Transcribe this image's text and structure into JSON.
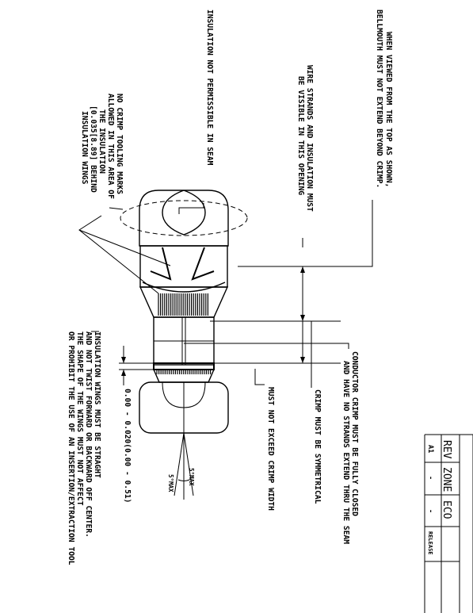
{
  "notes": {
    "bellmouth_line1": "WHEN VIEWED FROM THE TOP AS SHOWN,",
    "bellmouth_line2": "BELLMOUTH MUST NOT EXTEND BEYOND CRIMP.",
    "strands_line1": "WIRE STRANDS AND INSULATION MUST",
    "strands_line2": "BE VISIBLE IN THIS OPENING",
    "seam": "INSULATION NOT PERMISSIBLE IN SEAM",
    "tooling_line1": "NO CRIMP TOOLING MARKS",
    "tooling_line2": "ALLOWED IN THIS AREA OF",
    "tooling_line3": "THE INSULATION",
    "tooling_line4": "[0.035[8.89] BEHIND",
    "tooling_line5": "INSULATION WINGS",
    "conductor_line1": "CONDUCTOR CRIMP MUST BE FULLY CLOSED",
    "conductor_line2": "AND HAVE NO STRANDS EXTEND THRU THE SEAM",
    "symmetrical": "CRIMP MUST BE SYMMETRICAL",
    "width": "MUST NOT EXCEED CRIMP WIDTH",
    "dimension": "0.00 - 0.020(0.00 - 0.51)",
    "angle_top": "5°MAX",
    "angle_bottom": "5°MAX",
    "wings_line1": "INSULATION WINGS MUST BE STRAGHT",
    "wings_line2": "AND NOT TWIST FORWARD OR BACKWARD OFF CENTER.",
    "wings_line3": "THE SHAPE OF THE WINGS MUST NOT AFFECT",
    "wings_line4": "OR PROHIBIT THE USE OF AN INSERTION/EXTRACTION TOOL"
  },
  "revision_table": {
    "headers": [
      "REV",
      "ZONE",
      "ECO"
    ],
    "row": [
      "A1",
      "-",
      "-",
      "RELEASE"
    ]
  }
}
